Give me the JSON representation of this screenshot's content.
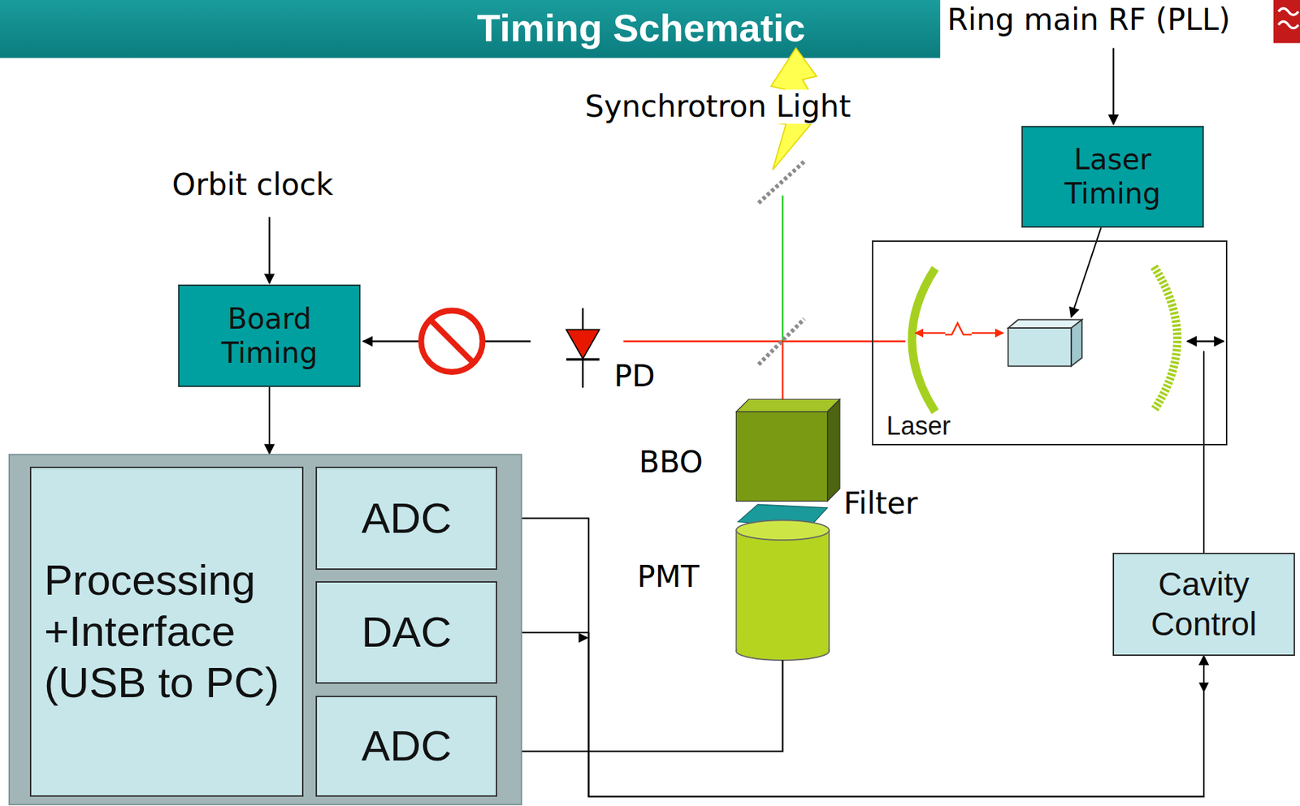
{
  "diagram": {
    "title": "Timing Schematic",
    "nodes": [
      {
        "text": [
          "Laser Timing"
        ]
      },
      {
        "text": [
          "Laser"
        ]
      },
      {
        "text": [
          "Board Timing"
        ]
      },
      {
        "text": []
      },
      {
        "text": [
          "Processing +Interface (USB to PC)"
        ],
        "in": 3
      },
      {
        "text": [
          "ADC"
        ],
        "in": 3
      },
      {
        "text": [
          "DAC"
        ],
        "in": 3
      },
      {
        "text": [
          "ADC"
        ],
        "in": 3
      },
      {
        "text": [
          "Cavity Control"
        ]
      }
    ],
    "edges": [
      {
        "from": 0,
        "to": 1,
        "arrow": "to"
      },
      {
        "from": 2,
        "to": 3,
        "arrow": "to"
      },
      {
        "from": 6,
        "to": 8,
        "arrow": "to"
      },
      {
        "from": 8,
        "to": 5,
        "arrow": "to"
      },
      {
        "from": 8,
        "to": 1,
        "arrow": "none"
      }
    ],
    "labels": [
      "Ring main RF (PLL)",
      "Synchrotron Light",
      "Orbit clock",
      "PD",
      "BBO",
      "Filter",
      "PMT"
    ]
  }
}
